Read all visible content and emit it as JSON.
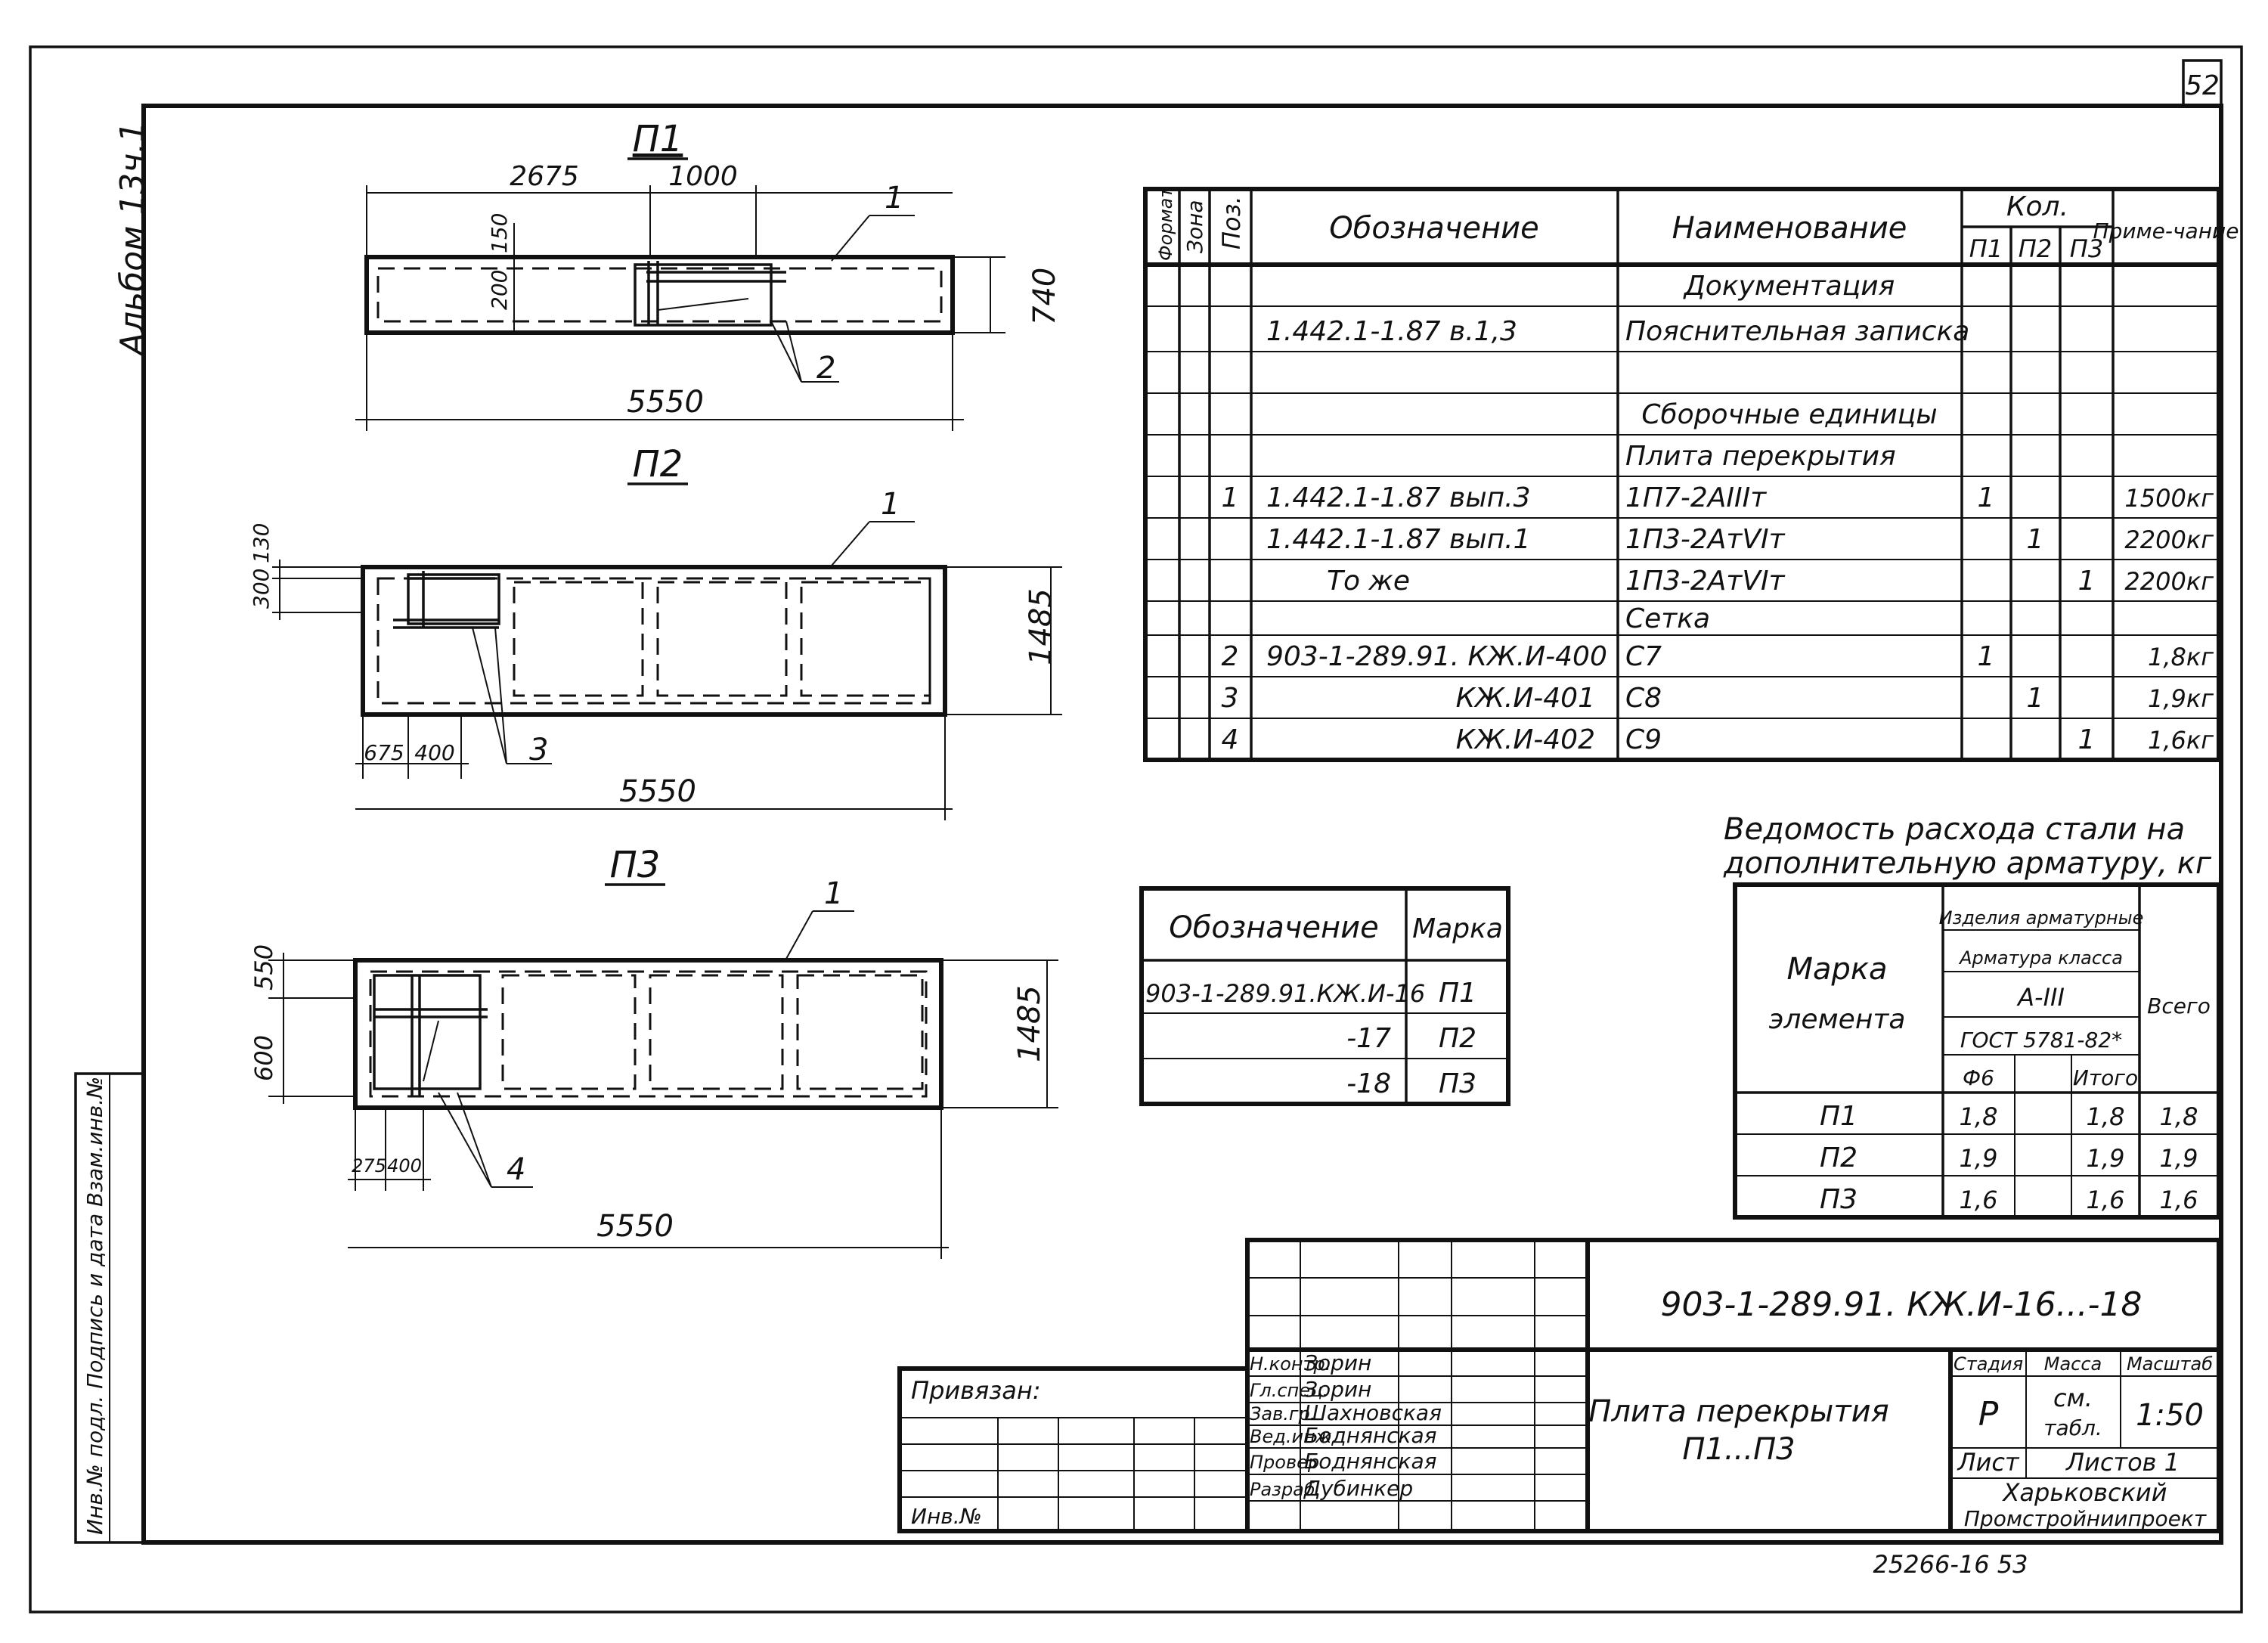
{
  "sheet": {
    "page_number": "52",
    "album_label": "Альбом 13ч.1",
    "side_stamp": "Инв.№ подл.  Подпись и дата  Взам.инв.№",
    "archive_number": "25266-16   53"
  },
  "views": {
    "p1": {
      "title": "П1",
      "dim_left": "2675",
      "dim_mid": "1000",
      "dim_150": "150",
      "dim_200": "200",
      "dim_height": "740",
      "dim_total": "5550",
      "callout_1": "1",
      "callout_2": "2"
    },
    "p2": {
      "title": "П2",
      "dim_300": "300",
      "dim_130": "130",
      "dim_height": "1485",
      "dim_675": "675",
      "dim_400": "400",
      "dim_total": "5550",
      "callout_1": "1",
      "callout_3": "3"
    },
    "p3": {
      "title": "П3",
      "dim_600": "600",
      "dim_550": "550",
      "dim_height": "1485",
      "dim_275": "275",
      "dim_400": "400",
      "dim_total": "5550",
      "callout_1": "1",
      "callout_4": "4"
    }
  },
  "spec": {
    "headers": {
      "format": "Формат",
      "zone": "Зона",
      "pos": "Поз.",
      "designation": "Обозначение",
      "name": "Наименование",
      "qty": "Кол.",
      "p1": "П1",
      "p2": "П2",
      "p3": "П3",
      "note": "Приме-чание"
    },
    "rows": [
      {
        "pos": "",
        "designation": "",
        "name": "Документация",
        "q1": "",
        "q2": "",
        "q3": "",
        "note": ""
      },
      {
        "pos": "",
        "designation": "1.442.1-1.87  в.1,3",
        "name": "Пояснительная записка",
        "q1": "",
        "q2": "",
        "q3": "",
        "note": ""
      },
      {
        "pos": "",
        "designation": "",
        "name": "",
        "q1": "",
        "q2": "",
        "q3": "",
        "note": ""
      },
      {
        "pos": "",
        "designation": "",
        "name": "Сборочные единицы",
        "q1": "",
        "q2": "",
        "q3": "",
        "note": ""
      },
      {
        "pos": "",
        "designation": "",
        "name": "Плита перекрытия",
        "q1": "",
        "q2": "",
        "q3": "",
        "note": ""
      },
      {
        "pos": "1",
        "designation": "1.442.1-1.87 вып.3",
        "name": "1П7-2АIIIт",
        "q1": "1",
        "q2": "",
        "q3": "",
        "note": "1500кг"
      },
      {
        "pos": "",
        "designation": "1.442.1-1.87 вып.1",
        "name": "1П3-2АтVIт",
        "q1": "",
        "q2": "1",
        "q3": "",
        "note": "2200кг"
      },
      {
        "pos": "",
        "designation": "То же",
        "name": "1П3-2АтVIт",
        "q1": "",
        "q2": "",
        "q3": "1",
        "note": "2200кг"
      },
      {
        "pos": "",
        "designation": "",
        "name": "Сетка",
        "q1": "",
        "q2": "",
        "q3": "",
        "note": ""
      },
      {
        "pos": "2",
        "designation": "903-1-289.91. КЖ.И-400",
        "name": "С7",
        "q1": "1",
        "q2": "",
        "q3": "",
        "note": "1,8кг"
      },
      {
        "pos": "3",
        "designation": "КЖ.И-401",
        "name": "С8",
        "q1": "",
        "q2": "1",
        "q3": "",
        "note": "1,9кг"
      },
      {
        "pos": "4",
        "designation": "КЖ.И-402",
        "name": "С9",
        "q1": "",
        "q2": "",
        "q3": "1",
        "note": "1,6кг"
      }
    ]
  },
  "marks": {
    "headers": {
      "designation": "Обозначение",
      "mark": "Марка"
    },
    "rows": [
      {
        "designation": "903-1-289.91.КЖ.И-16",
        "mark": "П1"
      },
      {
        "designation": "-17",
        "mark": "П2"
      },
      {
        "designation": "-18",
        "mark": "П3"
      }
    ]
  },
  "steel": {
    "title_line1": "Ведомость расхода стали на",
    "title_line2": "дополнительную арматуру, кг",
    "headers": {
      "element_1": "Марка",
      "element_2": "элемента",
      "group": "Изделия арматурные",
      "class_label": "Арматура класса",
      "class": "А-III",
      "gost": "ГОСТ 5781-82*",
      "d6": "Ф6",
      "itogo": "Итого",
      "total": "Всего"
    },
    "rows": [
      {
        "mark": "П1",
        "d6": "1,8",
        "itogo": "1,8",
        "total": "1,8"
      },
      {
        "mark": "П2",
        "d6": "1,9",
        "itogo": "1,9",
        "total": "1,9"
      },
      {
        "mark": "П3",
        "d6": "1,6",
        "itogo": "1,6",
        "total": "1,6"
      }
    ]
  },
  "title_block": {
    "code": "903-1-289.91. КЖ.И-16...-18",
    "name_line1": "Плита перекрытия",
    "name_line2": "П1...П3",
    "stage_label": "Стадия",
    "mass_label": "Масса",
    "scale_label": "Масштаб",
    "stage": "Р",
    "mass_1": "см.",
    "mass_2": "табл.",
    "scale": "1:50",
    "sheet_label": "Лист",
    "sheets_label": "Листов 1",
    "org_1": "Харьковский",
    "org_2": "Промстройниипроект",
    "bound_label": "Привязан:",
    "inv_label": "Инв.№",
    "roles": [
      {
        "role": "Н.контр.",
        "person": "Зорин"
      },
      {
        "role": "Гл.спец.",
        "person": "Зорин"
      },
      {
        "role": "Зав.гр.",
        "person": "Шахновская"
      },
      {
        "role": "Вед.инж.",
        "person": "Боднянская"
      },
      {
        "role": "Провер.",
        "person": "Боднянская"
      },
      {
        "role": "Разраб.",
        "person": "Дубинкер"
      }
    ]
  }
}
